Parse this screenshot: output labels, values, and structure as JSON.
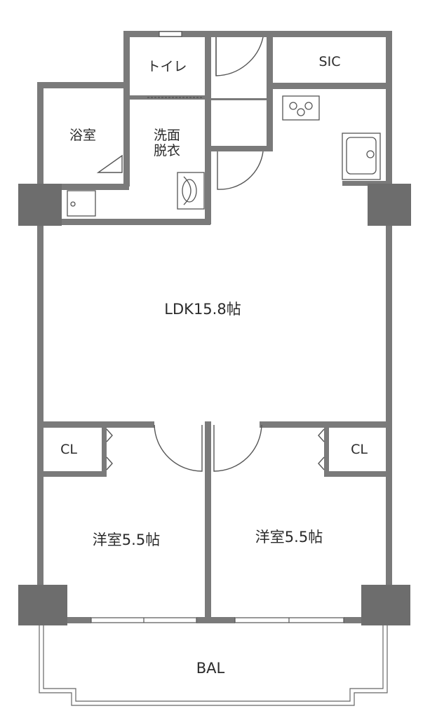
{
  "rooms": {
    "toilet": "トイレ",
    "sic": "SIC",
    "bath": "浴室",
    "washroom_line1": "洗面",
    "washroom_line2": "脱衣",
    "ldk": "LDK15.8帖",
    "cl_left": "CL",
    "cl_right": "CL",
    "bedroom_left": "洋室5.5帖",
    "bedroom_right": "洋室5.5帖",
    "balcony": "BAL"
  },
  "colors": {
    "wall": "#7a7a7a",
    "pillar": "#6d6d6d",
    "fixture": "#555555",
    "background": "#ffffff"
  }
}
